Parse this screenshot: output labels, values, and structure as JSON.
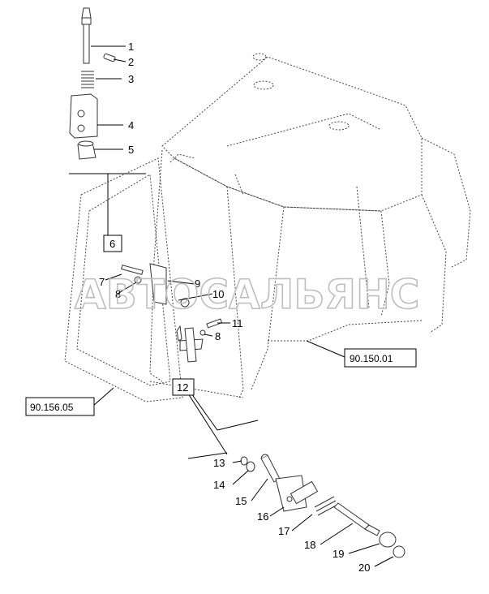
{
  "watermark": "АВТОСАЛЬЯНС",
  "callouts": {
    "c1": "1",
    "c2": "2",
    "c3": "3",
    "c4": "4",
    "c5": "5",
    "c6": "6",
    "c7": "7",
    "c8a": "8",
    "c9": "9",
    "c10": "10",
    "c11": "11",
    "c8b": "8",
    "c12": "12",
    "c13": "13",
    "c14": "14",
    "c15": "15",
    "c16": "16",
    "c17": "17",
    "c18": "18",
    "c19": "19",
    "c20": "20"
  },
  "refs": {
    "cab": "90.150.01",
    "door": "90.156.05"
  }
}
